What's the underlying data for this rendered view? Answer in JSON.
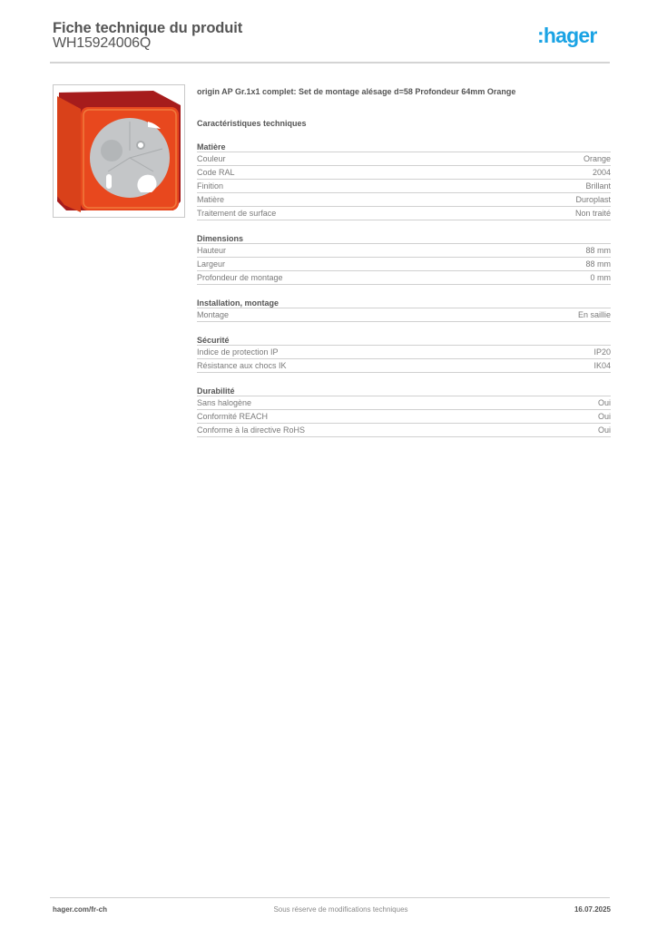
{
  "header": {
    "title": "Fiche technique du produit",
    "product_code": "WH15924006Q",
    "logo_text": ":hager",
    "logo_color": "#1aa3e4"
  },
  "product": {
    "image_alt": "origin AP surface mounting box, orange",
    "image_colors": {
      "body": "#e8481e",
      "top": "#a61c1c",
      "insert": "#c4c6c8"
    },
    "description": "origin AP Gr.1x1 complet: Set de montage alésage d=58 Profondeur 64mm Orange"
  },
  "characteristics": {
    "title": "Caractéristiques techniques",
    "groups": [
      {
        "title": "Matière",
        "rows": [
          {
            "label": "Couleur",
            "value": "Orange"
          },
          {
            "label": "Code RAL",
            "value": "2004"
          },
          {
            "label": "Finition",
            "value": "Brillant"
          },
          {
            "label": "Matière",
            "value": "Duroplast"
          },
          {
            "label": "Traitement de surface",
            "value": "Non traité"
          }
        ]
      },
      {
        "title": "Dimensions",
        "rows": [
          {
            "label": "Hauteur",
            "value": "88 mm"
          },
          {
            "label": "Largeur",
            "value": "88 mm"
          },
          {
            "label": "Profondeur de montage",
            "value": "0 mm"
          }
        ]
      },
      {
        "title": "Installation, montage",
        "rows": [
          {
            "label": "Montage",
            "value": "En saillie"
          }
        ]
      },
      {
        "title": "Sécurité",
        "rows": [
          {
            "label": "Indice de protection IP",
            "value": "IP20"
          },
          {
            "label": "Résistance aux chocs IK",
            "value": "IK04"
          }
        ]
      },
      {
        "title": "Durabilité",
        "rows": [
          {
            "label": "Sans halogène",
            "value": "Oui"
          },
          {
            "label": "Conformité REACH",
            "value": "Oui"
          },
          {
            "label": "Conforme à la directive RoHS",
            "value": "Oui"
          }
        ]
      }
    ]
  },
  "footer": {
    "website": "hager.com/fr-ch",
    "disclaimer": "Sous réserve de modifications techniques",
    "date": "16.07.2025"
  }
}
